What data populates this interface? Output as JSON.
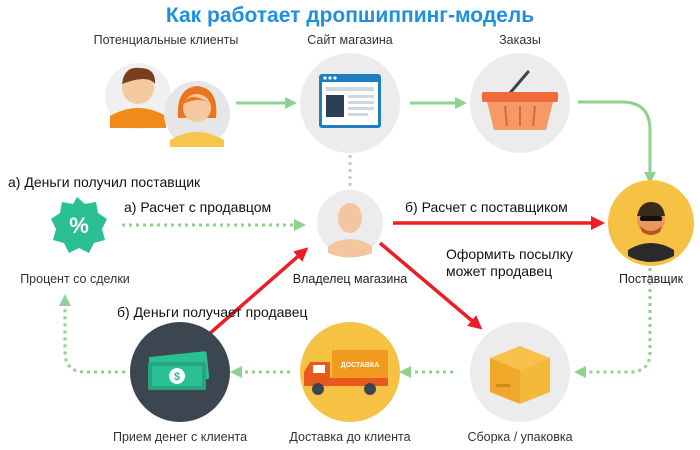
{
  "title": "Как работает дропшиппинг-модель",
  "nodes": {
    "clients": "Потенциальные клиенты",
    "site": "Сайт магазина",
    "orders": "Заказы",
    "supplier": "Поставщик",
    "owner": "Владелец магазина",
    "percent": "Процент со сделки",
    "packing": "Сборка / упаковка",
    "delivery": "Доставка до клиента",
    "payment": "Прием денег с клиента"
  },
  "annotations": {
    "a_money_supplier": "а) Деньги получил поставщик",
    "a_settle_seller": "а) Расчет с продавцом",
    "b_settle_supplier": "б) Расчет с поставщиком",
    "b_money_seller": "б) Деньги получает продавец",
    "pack_line1": "Оформить посылку",
    "pack_line2": "может продавец"
  },
  "icons": {
    "percent_symbol": "%",
    "dollar_symbol": "$",
    "delivery_badge": "ДОСТАВКА"
  },
  "colors": {
    "title": "#1f8fe0",
    "green_arrow": "#8fd18f",
    "red_arrow": "#ee1c25",
    "grey_circle": "#ececec",
    "teal": "#2bbf94",
    "dark_circle": "#3c4650",
    "yellow_circle": "#f6c243",
    "orange": "#f29a1f"
  }
}
